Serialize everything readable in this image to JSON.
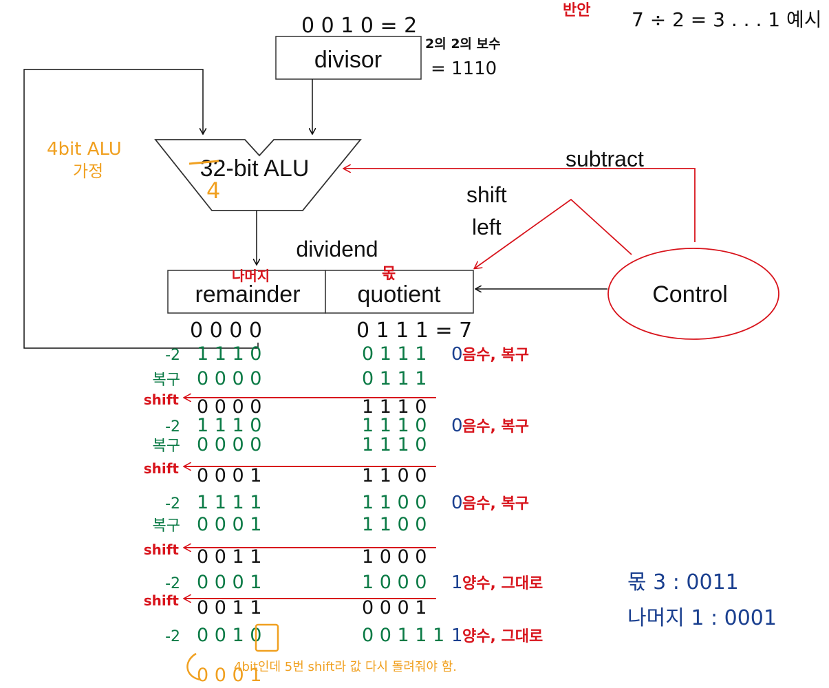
{
  "colors": {
    "black": "#111111",
    "red": "#d8141c",
    "green": "#0a7a45",
    "orange": "#f0a020",
    "navy": "#1a3f8f"
  },
  "blocks": {
    "divisor_label": "divisor",
    "alu_label": "32-bit ALU",
    "alu_correction": "4",
    "remainder_label": "remainder",
    "quotient_label": "quotient",
    "dividend_label": "dividend",
    "control_label": "Control",
    "subtract_label": "subtract",
    "shift_left_line1": "shift",
    "shift_left_line2": "left"
  },
  "notes": {
    "divisor_value": "0 0 1 0 = 2",
    "twos_complement_line1": "2의 2의 보수",
    "twos_complement_line2": "= 1110",
    "example_tag": "반안",
    "example": "7 ÷ 2 = 3 . . . 1 예시",
    "alu_assume_line1": "4bit ALU",
    "alu_assume_line2": "가정",
    "remainder_ko": "나머지",
    "quotient_ko": "몫",
    "result_quotient": "몫 3 : 0011",
    "result_remainder": "나머지 1 : 0001",
    "footnote": "4bit인데 5번 shift라 값 다시 돌려줘야 함."
  },
  "trace": {
    "init_rem": "0 0 0 0",
    "init_quo": "0 1 1 1 = 7",
    "rows": [
      {
        "op": "-2",
        "rem": "1 1 1 0",
        "quo": "0 1 1 1",
        "flag": "0",
        "note": "음수, 복구"
      },
      {
        "op": "복구",
        "rem": "0 0 0 0",
        "quo": "0 1 1 1",
        "flag": "",
        "note": ""
      },
      {
        "op": "shift",
        "rem": "0 0 0 0",
        "quo": "1 1 1 0",
        "flag": "",
        "note": ""
      },
      {
        "op": "-2",
        "rem": "1 1 1 0",
        "quo": "1 1 1 0",
        "flag": "0",
        "note": "음수, 복구"
      },
      {
        "op": "복구",
        "rem": "0 0 0 0",
        "quo": "1 1 1 0",
        "flag": "",
        "note": ""
      },
      {
        "op": "shift",
        "rem": "0 0 0 1",
        "quo": "1 1 0 0",
        "flag": "",
        "note": ""
      },
      {
        "op": "-2",
        "rem": "1 1 1 1",
        "quo": "1 1 0 0",
        "flag": "0",
        "note": "음수, 복구"
      },
      {
        "op": "복구",
        "rem": "0 0 0 1",
        "quo": "1 1 0 0",
        "flag": "",
        "note": ""
      },
      {
        "op": "shift",
        "rem": "0 0 1 1",
        "quo": "1 0 0 0",
        "flag": "",
        "note": ""
      },
      {
        "op": "-2",
        "rem": "0 0 0 1",
        "quo": "1 0 0 0",
        "flag": "1",
        "note": "양수, 그대로"
      },
      {
        "op": "shift",
        "rem": "0 0 1 1",
        "quo": "0 0 0 1",
        "flag": "",
        "note": ""
      },
      {
        "op": "-2",
        "rem": "0 0 1 0",
        "quo": "0 0 1 1 1",
        "flag": "1",
        "note": "양수, 그대로"
      },
      {
        "op": "",
        "rem": "0 0 0 1",
        "quo": "",
        "flag": "",
        "note": ""
      }
    ]
  }
}
